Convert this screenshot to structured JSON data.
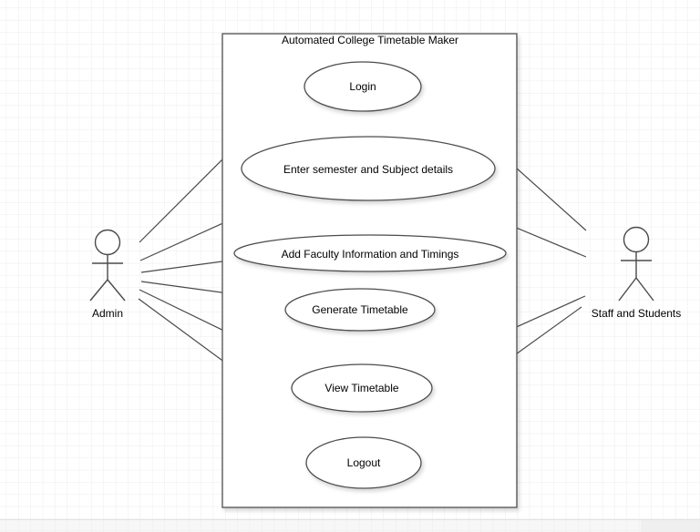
{
  "diagram": {
    "kind": "use-case-diagram"
  },
  "system_boundary": {
    "title": "Automated College Timetable Maker"
  },
  "use_cases": [
    {
      "label": "Login"
    },
    {
      "label": "Enter semester and Subject details"
    },
    {
      "label": "Add Faculty Information and Timings"
    },
    {
      "label": "Generate Timetable"
    },
    {
      "label": "View Timetable"
    },
    {
      "label": "Logout"
    }
  ],
  "actors": [
    {
      "label": "Admin"
    },
    {
      "label": "Staff and Students"
    }
  ],
  "associations": [
    {
      "from": "Admin",
      "to": "Login"
    },
    {
      "from": "Admin",
      "to": "Enter semester and Subject details"
    },
    {
      "from": "Admin",
      "to": "Add Faculty Information and Timings"
    },
    {
      "from": "Admin",
      "to": "Generate Timetable"
    },
    {
      "from": "Admin",
      "to": "View Timetable"
    },
    {
      "from": "Admin",
      "to": "Logout"
    },
    {
      "from": "Staff and Students",
      "to": "Login"
    },
    {
      "from": "Staff and Students",
      "to": "Enter semester and Subject details"
    },
    {
      "from": "Staff and Students",
      "to": "View Timetable"
    },
    {
      "from": "Staff and Students",
      "to": "Logout"
    }
  ],
  "colors": {
    "shape_stroke": "#4d4d4d",
    "shape_fill": "#ffffff",
    "text": "#000000",
    "grid": "#ececec",
    "background": "#ffffff"
  }
}
